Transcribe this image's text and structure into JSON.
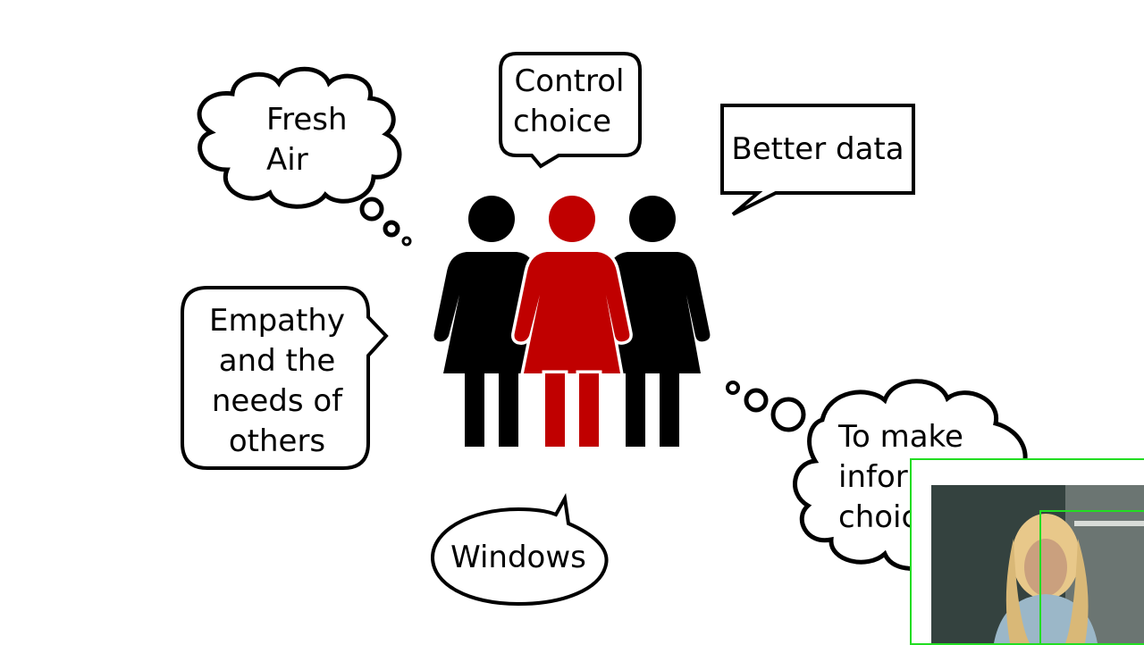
{
  "bubbles": {
    "fresh_air": [
      "Fresh",
      "Air"
    ],
    "control_choice": [
      "Control",
      "choice"
    ],
    "better_data": [
      "Better data"
    ],
    "empathy": [
      "Empathy",
      "and the",
      "needs of",
      "others"
    ],
    "informed": [
      "To make",
      "informed",
      "choice"
    ],
    "windows": [
      "Windows"
    ]
  },
  "colors": {
    "figure_dark": "#000000",
    "figure_accent": "#c00000",
    "webcam_border": "#22dd22"
  },
  "icons": {
    "group": "three-women-figures-icon",
    "thought_fresh_air": "thought-cloud-icon",
    "thought_informed": "thought-cloud-icon"
  }
}
